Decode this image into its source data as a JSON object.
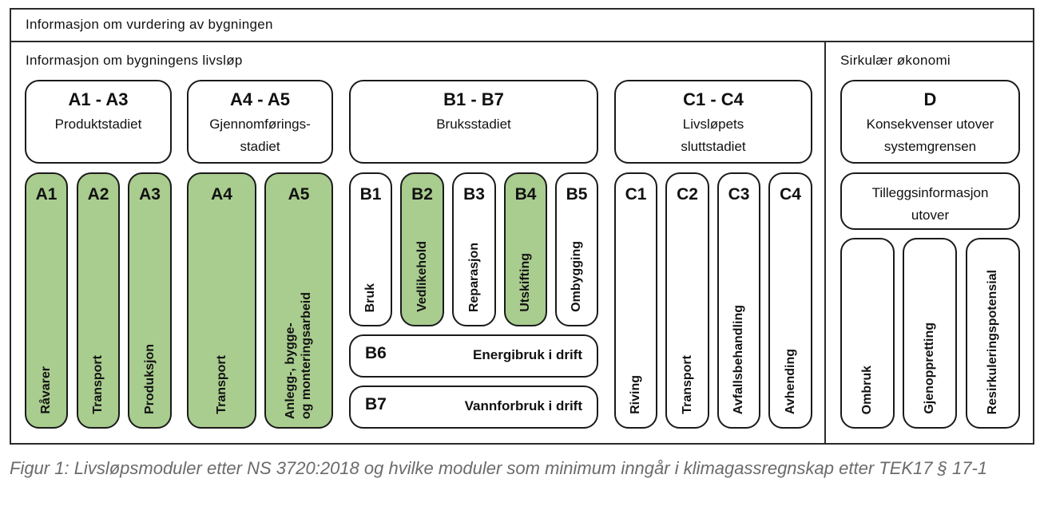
{
  "title": "Informasjon om vurdering av bygningen",
  "lifecycle_header": "Informasjon om bygningens livsløp",
  "circular_header": "Sirkulær økonomi",
  "groups": {
    "a13": {
      "code": "A1 - A3",
      "stage": "Produktstadiet"
    },
    "a45": {
      "code": "A4 - A5",
      "stage_line1": "Gjennomførings-",
      "stage_line2": "stadiet"
    },
    "b17": {
      "code": "B1 - B7",
      "stage": "Bruksstadiet"
    },
    "c14": {
      "code": "C1 - C4",
      "stage_line1": "Livsløpets",
      "stage_line2": "sluttstadiet"
    },
    "d": {
      "code": "D",
      "stage_line1": "Konsekvenser utover",
      "stage_line2": "systemgrensen"
    }
  },
  "modules": {
    "A1": {
      "code": "A1",
      "label": "Råvarer",
      "minimum": true
    },
    "A2": {
      "code": "A2",
      "label": "Transport",
      "minimum": true
    },
    "A3": {
      "code": "A3",
      "label": "Produksjon",
      "minimum": true
    },
    "A4": {
      "code": "A4",
      "label": "Transport",
      "minimum": true
    },
    "A5": {
      "code": "A5",
      "label_line1": "Anlegg-, bygge-",
      "label_line2": "og monteringsarbeid",
      "minimum": true
    },
    "B1": {
      "code": "B1",
      "label": "Bruk",
      "minimum": false
    },
    "B2": {
      "code": "B2",
      "label": "Vedlikehold",
      "minimum": true
    },
    "B3": {
      "code": "B3",
      "label": "Reparasjon",
      "minimum": false
    },
    "B4": {
      "code": "B4",
      "label": "Utskifting",
      "minimum": true
    },
    "B5": {
      "code": "B5",
      "label": "Ombygging",
      "minimum": false
    },
    "B6": {
      "code": "B6",
      "label": "Energibruk i drift",
      "minimum": false
    },
    "B7": {
      "code": "B7",
      "label": "Vannforbruk i drift",
      "minimum": false
    },
    "C1": {
      "code": "C1",
      "label": "Riving",
      "minimum": false
    },
    "C2": {
      "code": "C2",
      "label": "Transport",
      "minimum": false
    },
    "C3": {
      "code": "C3",
      "label": "Avfallsbehandling",
      "minimum": false
    },
    "C4": {
      "code": "C4",
      "label": "Avhending",
      "minimum": false
    }
  },
  "d_extra": {
    "line1": "Tilleggsinformasjon",
    "line2": "utover"
  },
  "d_modules": [
    "Ombruk",
    "Gjenoppretting",
    "Resirkuleringspotensial"
  ],
  "colors": {
    "minimum_module": "#a9cc8f",
    "border": "#1a1a1a",
    "caption": "#6b6b6b"
  },
  "caption": "Figur 1: Livsløpsmoduler etter NS 3720:2018 og hvilke moduler som minimum inngår i klimagassregnskap etter TEK17 § 17-1"
}
